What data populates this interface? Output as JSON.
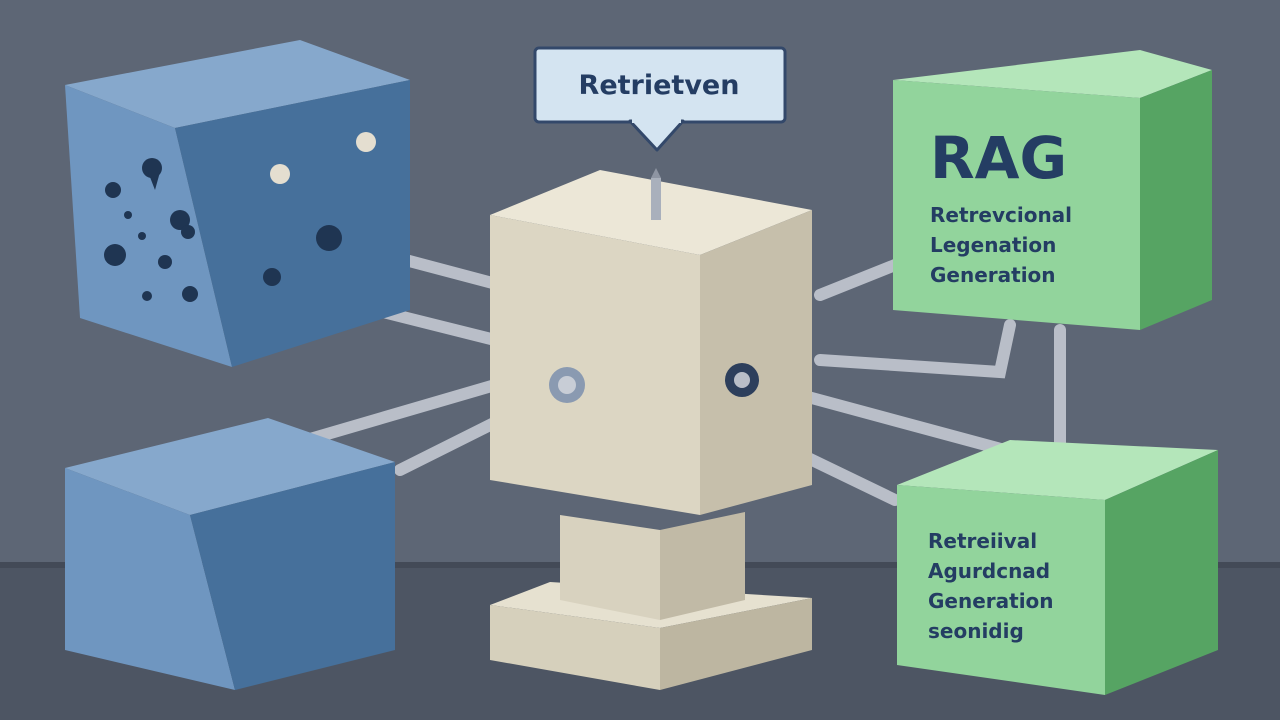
{
  "callout": {
    "label": "Retrietven"
  },
  "top_right_block": {
    "title": "RAG",
    "lines": [
      "Retrevcional",
      "Legenation",
      "Generation"
    ]
  },
  "bottom_right_block": {
    "lines": [
      "Retreiival",
      "Agurdcnad",
      "Generation",
      "seonidig"
    ]
  },
  "colors": {
    "wall": "#5d6675",
    "floor": "#4d5563",
    "blue_front": "#5f88b3",
    "blue_top": "#86a8cc",
    "blue_side": "#3f6590",
    "beige_front": "#dcd6c3",
    "beige_top": "#ece7d7",
    "beige_side": "#c6bfab",
    "green_front": "#8fd39a",
    "green_top": "#b4e6ba",
    "green_side": "#56a463",
    "rod": "#b9bec8",
    "text": "#243d63"
  }
}
